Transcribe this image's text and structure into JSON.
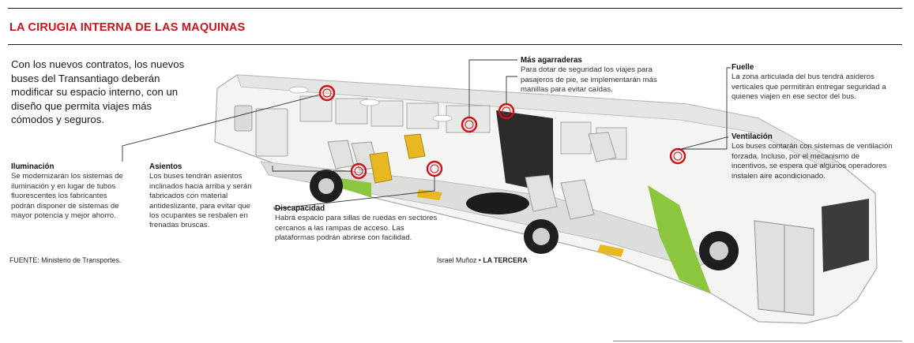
{
  "title": "LA CIRUGIA INTERNA DE LAS MAQUINAS",
  "intro": "Con los nuevos contratos, los nuevos buses del Transantiago deberán modificar su espacio interno, con un diseño que permita viajes más cómodos y seguros.",
  "callouts": {
    "agarraderas": {
      "title": "Más agarraderas",
      "body": "Para dotar de seguridad los viajes para pasajeros de pie, se implementarán más manillas para evitar caídas."
    },
    "fuelle": {
      "title": "Fuelle",
      "body": "La zona articulada del bus tendrá asideros verticales que permitirán entregar seguridad a quienes viajen en ese sector del bus."
    },
    "ventilacion": {
      "title": "Ventilación",
      "body": "Los buses contarán con sistemas de ventilación forzada. Incluso, por el mecanismo de incentivos, se espera que algunos operadores instalen aire acondicionado."
    },
    "iluminacion": {
      "title": "Iluminación",
      "body": "Se modernizarán los sistemas de iluminación y en lugar de tubos fluorescentes los fabricantes podrán disponer de sistemas de mayor potencia y mejor ahorro."
    },
    "asientos": {
      "title": "Asientos",
      "body": "Los buses tendrán asientos inclinados hacia arriba y serán fabricados con material antideslizante, para evitar que los ocupantes se resbalen en frenadas bruscas."
    },
    "discapacidad": {
      "title": "Discapacidad",
      "body": "Habrá espacio para sillas de ruedas en sectores cercanos a las rampas de acceso. Las plataformas podrán abrirse con facilidad."
    }
  },
  "footer": {
    "source": "FUENTE: Ministerio de Transportes.",
    "credit_author": "Israel Muñoz • ",
    "credit_outlet": "LA TERCERA"
  },
  "colors": {
    "accent_red": "#d0121b",
    "bus_green": "#8cc63f",
    "seat_yellow": "#e8b820"
  }
}
